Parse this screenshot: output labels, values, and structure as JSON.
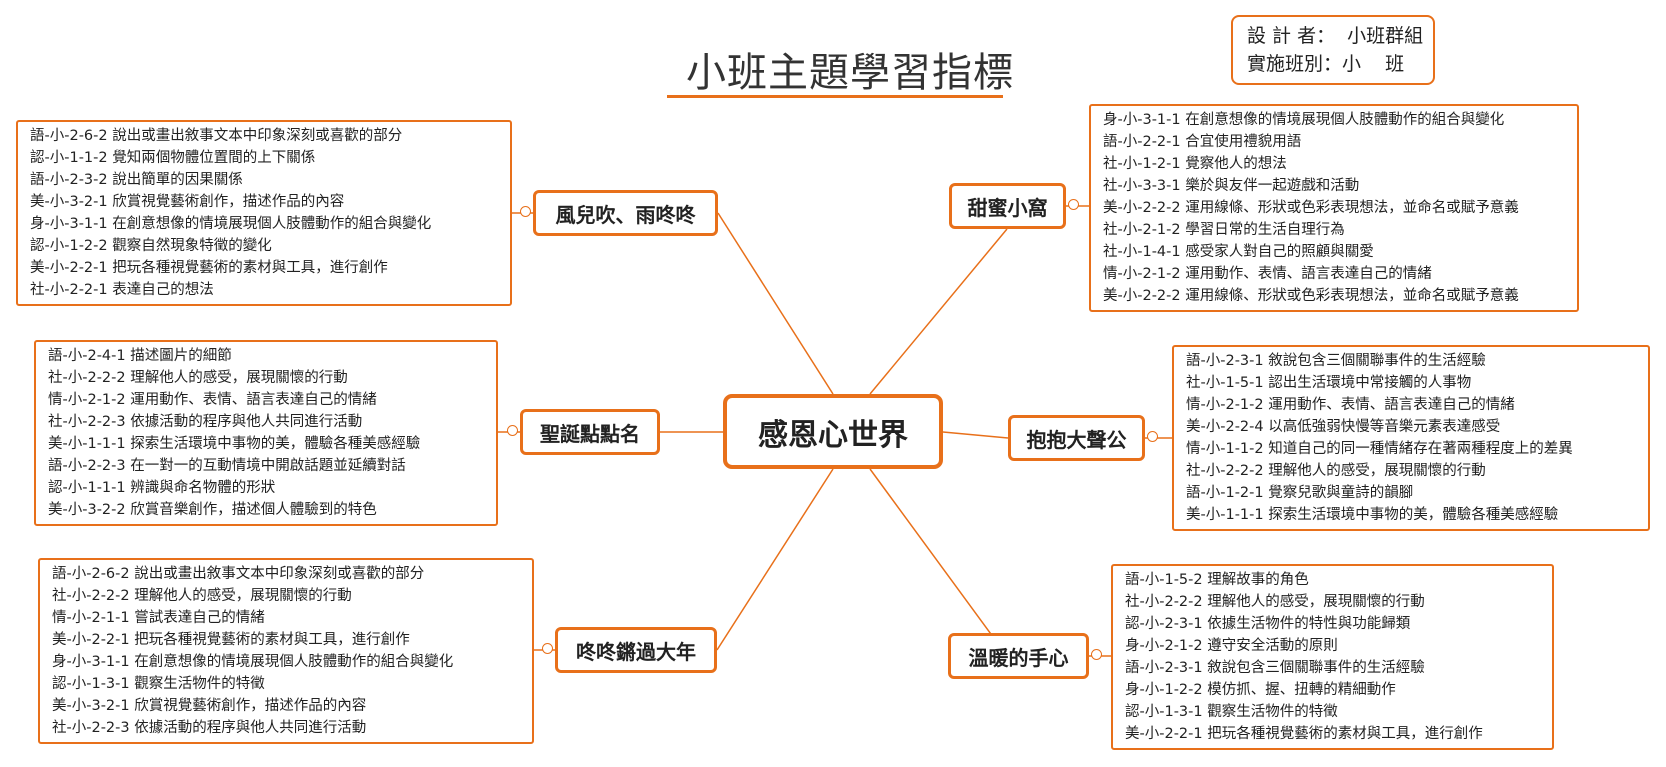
{
  "title": "小班主題學習指標",
  "info": {
    "designer": "設 計 者：  小班群組",
    "class": "實施班別：小    班"
  },
  "center": "感恩心世界",
  "branches": [
    {
      "topic": "風兒吹、雨咚咚",
      "items": [
        "語-小-2-6-2 說出或畫出敘事文本中印象深刻或喜歡的部分",
        "認-小-1-1-2 覺知兩個物體位置間的上下關係",
        "語-小-2-3-2 說出簡單的因果關係",
        "美-小-3-2-1 欣賞視覺藝術創作，描述作品的內容",
        "身-小-3-1-1 在創意想像的情境展現個人肢體動作的組合與變化",
        "認-小-1-2-2 觀察自然現象特徵的變化",
        "美-小-2-2-1 把玩各種視覺藝術的素材與工具，進行創作",
        "社-小-2-2-1 表達自己的想法"
      ]
    },
    {
      "topic": "聖誕點點名",
      "items": [
        "語-小-2-4-1 描述圖片的細節",
        "社-小-2-2-2 理解他人的感受，展現關懷的行動",
        "情-小-2-1-2 運用動作、表情、語言表達自己的情緒",
        "社-小-2-2-3 依據活動的程序與他人共同進行活動",
        "美-小-1-1-1 探索生活環境中事物的美，體驗各種美感經驗",
        "語-小-2-2-3 在一對一的互動情境中開啟話題並延續對話",
        "認-小-1-1-1 辨識與命名物體的形狀",
        "美-小-3-2-2 欣賞音樂創作，描述個人體驗到的特色"
      ]
    },
    {
      "topic": "咚咚鏘過大年",
      "items": [
        "語-小-2-6-2 說出或畫出敘事文本中印象深刻或喜歡的部分",
        "社-小-2-2-2 理解他人的感受，展現關懷的行動",
        "情-小-2-1-1 嘗試表達自己的情緒",
        "美-小-2-2-1 把玩各種視覺藝術的素材與工具，進行創作",
        "身-小-3-1-1 在創意想像的情境展現個人肢體動作的組合與變化",
        "認-小-1-3-1 觀察生活物件的特徵",
        "美-小-3-2-1 欣賞視覺藝術創作，描述作品的內容",
        "社-小-2-2-3 依據活動的程序與他人共同進行活動"
      ]
    },
    {
      "topic": "甜蜜小窩",
      "items": [
        "身-小-3-1-1 在創意想像的情境展現個人肢體動作的組合與變化",
        "語-小-2-2-1 合宜使用禮貌用語",
        "社-小-1-2-1 覺察他人的想法",
        "社-小-3-3-1 樂於與友伴一起遊戲和活動",
        "美-小-2-2-2 運用線條、形狀或色彩表現想法，並命名或賦予意義",
        "社-小-2-1-2 學習日常的生活自理行為",
        "社-小-1-4-1 感受家人對自己的照顧與關愛",
        "情-小-2-1-2 運用動作、表情、語言表達自己的情緒",
        "美-小-2-2-2 運用線條、形狀或色彩表現想法，並命名或賦予意義"
      ]
    },
    {
      "topic": "抱抱大聲公",
      "items": [
        "語-小-2-3-1 敘說包含三個關聯事件的生活經驗",
        "社-小-1-5-1 認出生活環境中常接觸的人事物",
        "情-小-2-1-2 運用動作、表情、語言表達自己的情緒",
        "美-小-2-2-4 以高低強弱快慢等音樂元素表達感受",
        "情-小-1-1-2 知道自己的同一種情緒存在著兩種程度上的差異",
        "社-小-2-2-2 理解他人的感受，展現關懷的行動",
        "語-小-1-2-1 覺察兒歌與童詩的韻腳",
        "美-小-1-1-1 探索生活環境中事物的美，體驗各種美感經驗"
      ]
    },
    {
      "topic": "溫暖的手心",
      "items": [
        "語-小-1-5-2 理解故事的角色",
        "社-小-2-2-2 理解他人的感受，展現關懷的行動",
        "認-小-2-3-1 依據生活物件的特性與功能歸類",
        "身-小-2-1-2 遵守安全活動的原則",
        "語-小-2-3-1 敘說包含三個關聯事件的生活經驗",
        "身-小-1-2-2 模仿抓、握、扭轉的精細動作",
        "認-小-1-3-1 觀察生活物件的特徵",
        "美-小-2-2-1 把玩各種視覺藝術的素材與工具，進行創作"
      ]
    }
  ]
}
